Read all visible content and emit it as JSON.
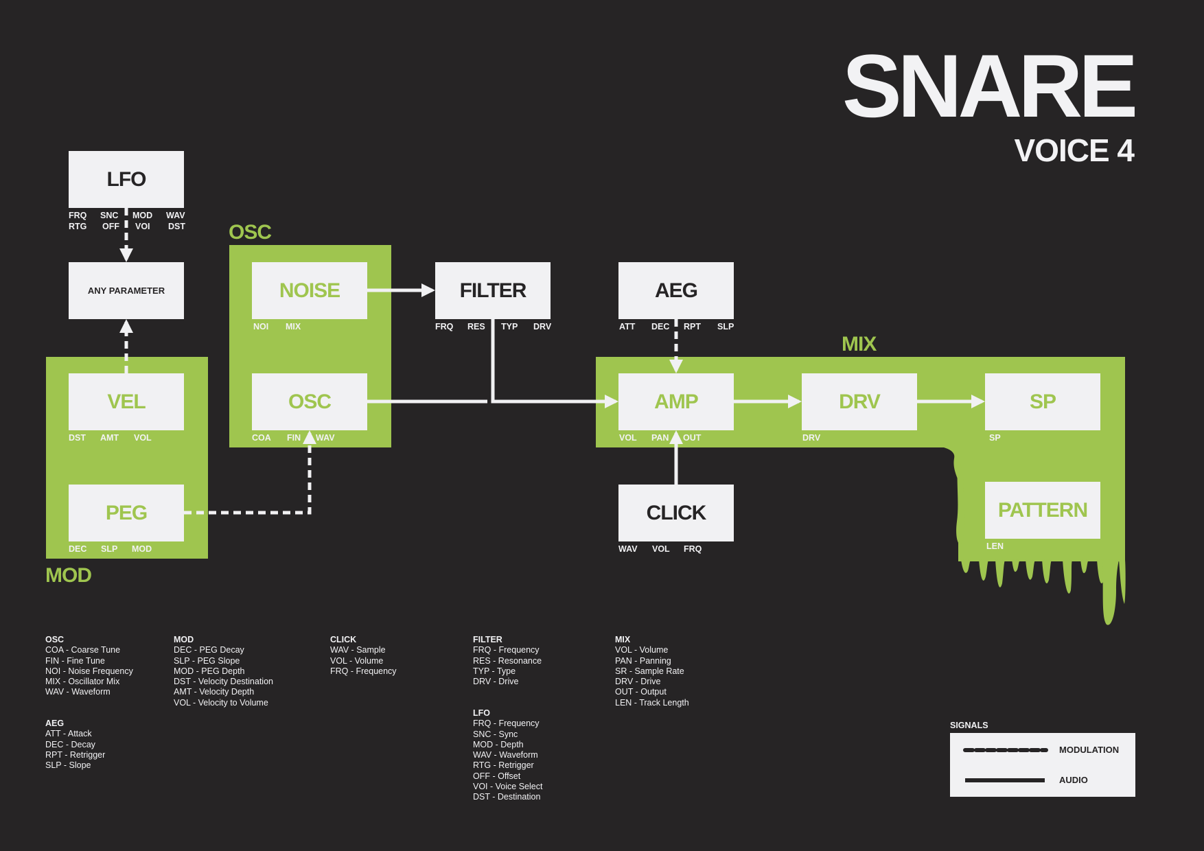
{
  "title": "SNARE",
  "subtitle": "VOICE 4",
  "regions": {
    "osc": "OSC",
    "mix": "MIX",
    "mod": "MOD"
  },
  "boxes": {
    "lfo": "LFO",
    "any_parameter": "ANY PARAMETER",
    "vel": "VEL",
    "peg": "PEG",
    "noise": "NOISE",
    "osc": "OSC",
    "filter": "FILTER",
    "aeg": "AEG",
    "amp": "AMP",
    "drv": "DRV",
    "sp": "SP",
    "click": "CLICK",
    "pattern": "PATTERN"
  },
  "params": {
    "lfo_row1": [
      "FRQ",
      "SNC",
      "MOD",
      "WAV"
    ],
    "lfo_row2": [
      "RTG",
      "OFF",
      "VOI",
      "DST"
    ],
    "noise": [
      "NOI",
      "MIX"
    ],
    "osc": [
      "COA",
      "FIN",
      "WAV"
    ],
    "filter": [
      "FRQ",
      "RES",
      "TYP",
      "DRV"
    ],
    "aeg": [
      "ATT",
      "DEC",
      "RPT",
      "SLP"
    ],
    "vel": [
      "DST",
      "AMT",
      "VOL"
    ],
    "peg": [
      "DEC",
      "SLP",
      "MOD"
    ],
    "amp": [
      "VOL",
      "PAN",
      "OUT"
    ],
    "drv": [
      "DRV"
    ],
    "sp": [
      "SP"
    ],
    "click": [
      "WAV",
      "VOL",
      "FRQ"
    ],
    "pattern": [
      "LEN"
    ]
  },
  "legend": {
    "osc": {
      "heading": "OSC",
      "lines": [
        "COA - Coarse Tune",
        "FIN - Fine Tune",
        "NOI - Noise Frequency",
        "MIX - Oscillator Mix",
        "WAV - Waveform"
      ]
    },
    "aeg": {
      "heading": "AEG",
      "lines": [
        "ATT - Attack",
        "DEC - Decay",
        "RPT - Retrigger",
        "SLP - Slope"
      ]
    },
    "mod": {
      "heading": "MOD",
      "lines": [
        "DEC - PEG Decay",
        "SLP - PEG Slope",
        "MOD - PEG Depth",
        "DST - Velocity Destination",
        "AMT - Velocity Depth",
        "VOL - Velocity to Volume"
      ]
    },
    "click": {
      "heading": "CLICK",
      "lines": [
        "WAV - Sample",
        "VOL - Volume",
        "FRQ - Frequency"
      ]
    },
    "filter": {
      "heading": "FILTER",
      "lines": [
        "FRQ - Frequency",
        "RES - Resonance",
        "TYP - Type",
        "DRV - Drive"
      ]
    },
    "lfo": {
      "heading": "LFO",
      "lines": [
        "FRQ - Frequency",
        "SNC - Sync",
        "MOD - Depth",
        "WAV - Waveform",
        "RTG - Retrigger",
        "OFF - Offset",
        "VOI - Voice Select",
        "DST - Destination"
      ]
    },
    "mix": {
      "heading": "MIX",
      "lines": [
        "VOL - Volume",
        "PAN - Panning",
        "SR - Sample Rate",
        "DRV - Drive",
        "OUT - Output",
        "LEN - Track Length"
      ]
    }
  },
  "signals": {
    "title": "SIGNALS",
    "modulation": "MODULATION",
    "audio": "AUDIO"
  },
  "colors": {
    "background": "#262425",
    "accent_green": "#9fc54f",
    "box": "#f1f1f3"
  }
}
